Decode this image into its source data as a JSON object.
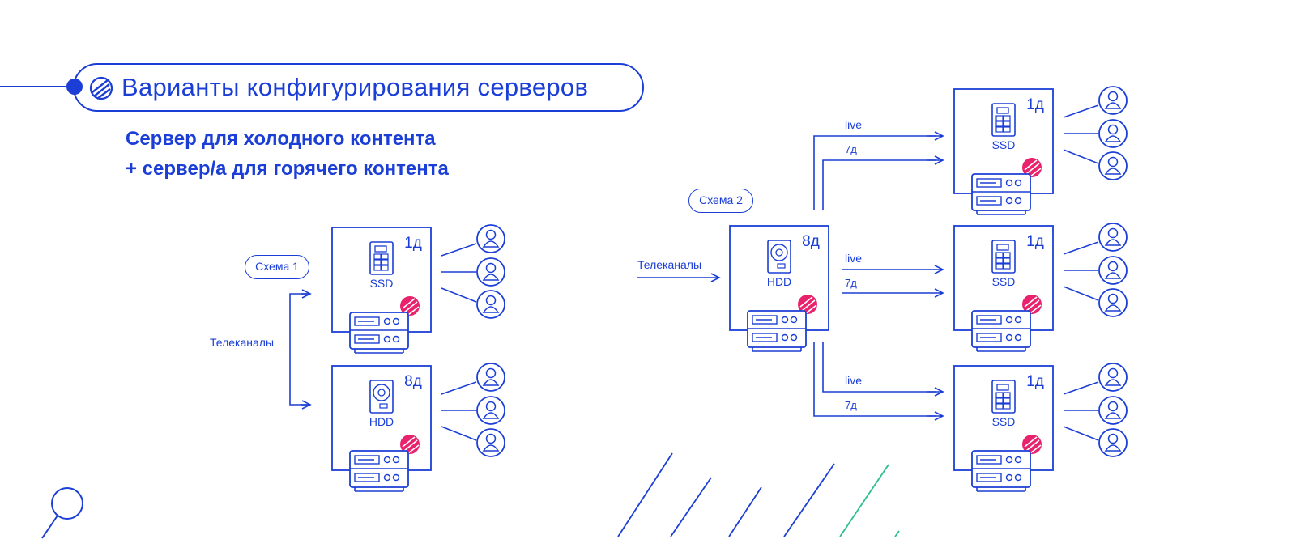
{
  "title": "Варианты конфигурирования серверов",
  "subtitle": {
    "line1": "Сервер для холодного контента",
    "line2": "+ сервер/а для горячего контента"
  },
  "scheme1": {
    "label": "Схема 1",
    "input_label": "Телеканалы",
    "servers": [
      {
        "days": "1д",
        "storage": "SSD",
        "disk_icon": "ssd-icon"
      },
      {
        "days": "8д",
        "storage": "HDD",
        "disk_icon": "hdd-icon"
      }
    ]
  },
  "scheme2": {
    "label": "Схема 2",
    "input_label": "Телеканалы",
    "origin": {
      "days": "8д",
      "storage": "HDD",
      "disk_icon": "hdd-icon"
    },
    "edges": [
      {
        "days": "1д",
        "storage": "SSD",
        "live_label": "live",
        "archive_label": "7д"
      },
      {
        "days": "1д",
        "storage": "SSD",
        "live_label": "live",
        "archive_label": "7д"
      },
      {
        "days": "1д",
        "storage": "SSD",
        "live_label": "live",
        "archive_label": "7д"
      }
    ]
  },
  "colors": {
    "primary": "#1b3fd6",
    "accent": "#e8226c",
    "decor_green": "#2bc08a"
  }
}
